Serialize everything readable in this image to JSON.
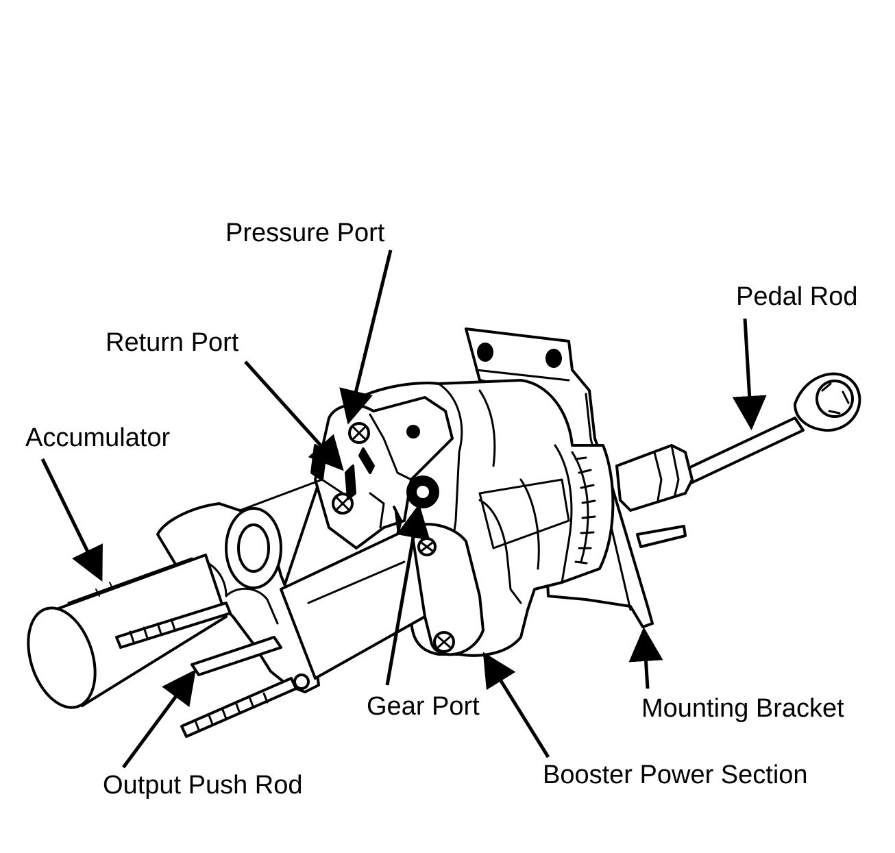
{
  "labels": {
    "pressure_port": "Pressure Port",
    "pedal_rod": "Pedal Rod",
    "return_port": "Return Port",
    "accumulator": "Accumulator",
    "gear_port": "Gear Port",
    "mounting_bracket": "Mounting Bracket",
    "output_push_rod": "Output Push Rod",
    "booster_power_section": "Booster Power Section"
  },
  "colors": {
    "ink": "#000000",
    "paper": "#ffffff"
  }
}
